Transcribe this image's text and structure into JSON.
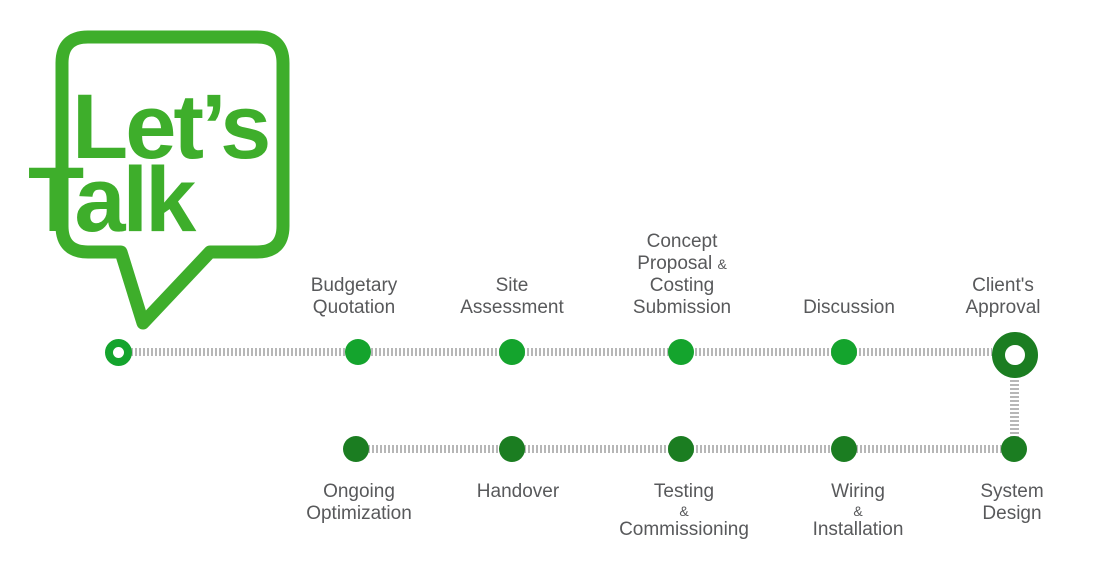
{
  "logo": {
    "line1": "Let’s",
    "line2": "Talk"
  },
  "colors": {
    "logo_green": "#3EAE2B",
    "top_dot_green": "#14A42D",
    "dark_green": "#1B7D21",
    "line_gray": "#B7B7B7",
    "text_gray": "#58595B"
  },
  "top_steps": [
    {
      "label": "Budgetary Quotation",
      "lines": [
        "Budgetary",
        "Quotation"
      ]
    },
    {
      "label": "Site Assessment",
      "lines": [
        "Site",
        "Assessment"
      ]
    },
    {
      "label": "Concept Proposal & Costing Submission",
      "lines": [
        "Concept",
        "Proposal",
        "Costing",
        "Submission"
      ],
      "amp": "&"
    },
    {
      "label": "Discussion",
      "lines": [
        "Discussion"
      ]
    },
    {
      "label": "Client's Approval",
      "lines": [
        "Client's",
        "Approval"
      ]
    }
  ],
  "bottom_steps": [
    {
      "label": "Ongoing Optimization",
      "lines": [
        "Ongoing",
        "Optimization"
      ]
    },
    {
      "label": "Handover",
      "lines": [
        "Handover"
      ]
    },
    {
      "label": "Testing & Commissioning",
      "lines": [
        "Testing",
        "Commissioning"
      ],
      "amp": "&"
    },
    {
      "label": "Wiring & Installation",
      "lines": [
        "Wiring",
        "Installation"
      ],
      "amp": "&"
    },
    {
      "label": "System Design",
      "lines": [
        "System",
        "Design"
      ]
    }
  ]
}
